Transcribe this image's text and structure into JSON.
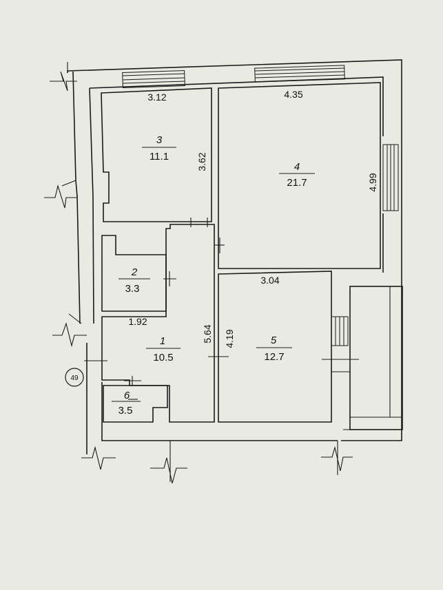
{
  "plan": {
    "background": "#e9ebe3",
    "line_color": "#1a1a1a",
    "rooms": [
      {
        "number": "3",
        "area": "11.1"
      },
      {
        "number": "4",
        "area": "21.7"
      },
      {
        "number": "2",
        "area": "3.3"
      },
      {
        "number": "1",
        "area": "10.5"
      },
      {
        "number": "5",
        "area": "12.7"
      },
      {
        "number": "6",
        "area": "3.5"
      }
    ],
    "dimensions": {
      "room3_width": "3.12",
      "room3_height": "3.62",
      "room4_width": "4.35",
      "room4_height": "4.99",
      "room5_width": "3.04",
      "room5_height": "4.19",
      "hall_width": "1.92",
      "hall_length": "5.64"
    },
    "marker": "49"
  }
}
